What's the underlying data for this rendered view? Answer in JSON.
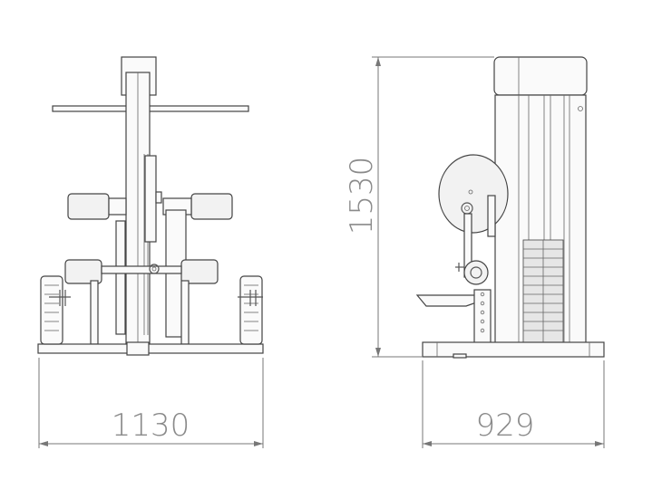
{
  "dimensions": {
    "front_width": "1130",
    "side_depth": "929",
    "height": "1530"
  },
  "colors": {
    "line": "#555555",
    "dimension_text": "#8a8a8a",
    "background": "#ffffff"
  }
}
